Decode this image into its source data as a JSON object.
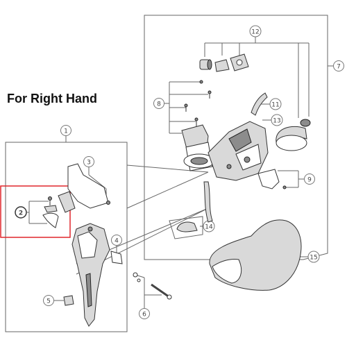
{
  "heading": "For Right Hand",
  "callouts": {
    "c1": "1",
    "c2": "2",
    "c3": "3",
    "c4": "4",
    "c5": "5",
    "c6": "6",
    "c7": "7",
    "c8": "8",
    "c9": "9",
    "c11": "11",
    "c12": "12",
    "c13": "13",
    "c14": "14",
    "c15": "15"
  },
  "highlight_color": "#e0262b"
}
